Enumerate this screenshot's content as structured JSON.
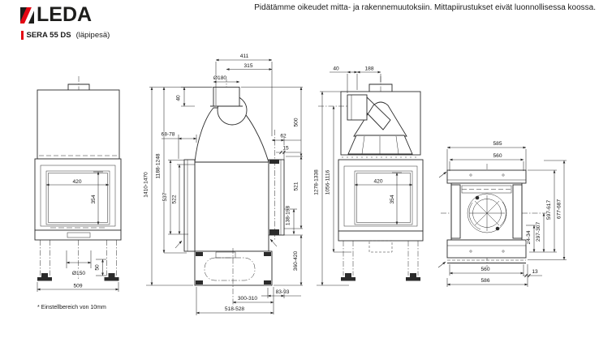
{
  "header": {
    "brand": "LEDA",
    "disclaimer": "Pidätämme oikeudet mitta- ja rakennemuutoksiin. Mittapiirustukset eivät luonnollisessa koossa.",
    "model": "SERA 55 DS",
    "variant": "(läpipesä)"
  },
  "footnote": "* Einstellbereich von 10mm",
  "accent_color": "#e30613",
  "dimensions": {
    "front_view": {
      "glass_width": "420",
      "glass_height": "354",
      "flue_bottom_diameter": "Ø150",
      "foot_height": "50",
      "base_width": "509",
      "total_height": "1410-1470",
      "body_height": "1188-1248"
    },
    "side_view": {
      "depth_front": "411",
      "depth_rear": "315",
      "flue_diameter": "Ø180",
      "flue_offset": "40",
      "door_offset": "68-78",
      "door_height_outer": "537",
      "door_height_inner": "522",
      "rear_offset": "62",
      "rear_wall_gap": "15",
      "upper_height": "500",
      "body_height": "521",
      "grate_range": "138-198",
      "base_height": "360-420",
      "rear_base_gap": "83-93",
      "base_center_depth": "300-310",
      "base_depth": "518-528"
    },
    "back_view": {
      "duct_offset": "40",
      "duct_to_stub": "188",
      "hood_height": "1278-1338",
      "flue_axis_height": "1056-1116",
      "glass_width": "420",
      "glass_height": "354"
    },
    "top_view": {
      "top_width_outer": "585",
      "top_width_inner": "560",
      "bottom_width_inner": "560",
      "bottom_width_outer": "586",
      "edge_gap": "13",
      "depth_inner": "597-617",
      "depth_outer": "677-687",
      "front_gap": "24-34",
      "center_depth": "297-307"
    }
  }
}
